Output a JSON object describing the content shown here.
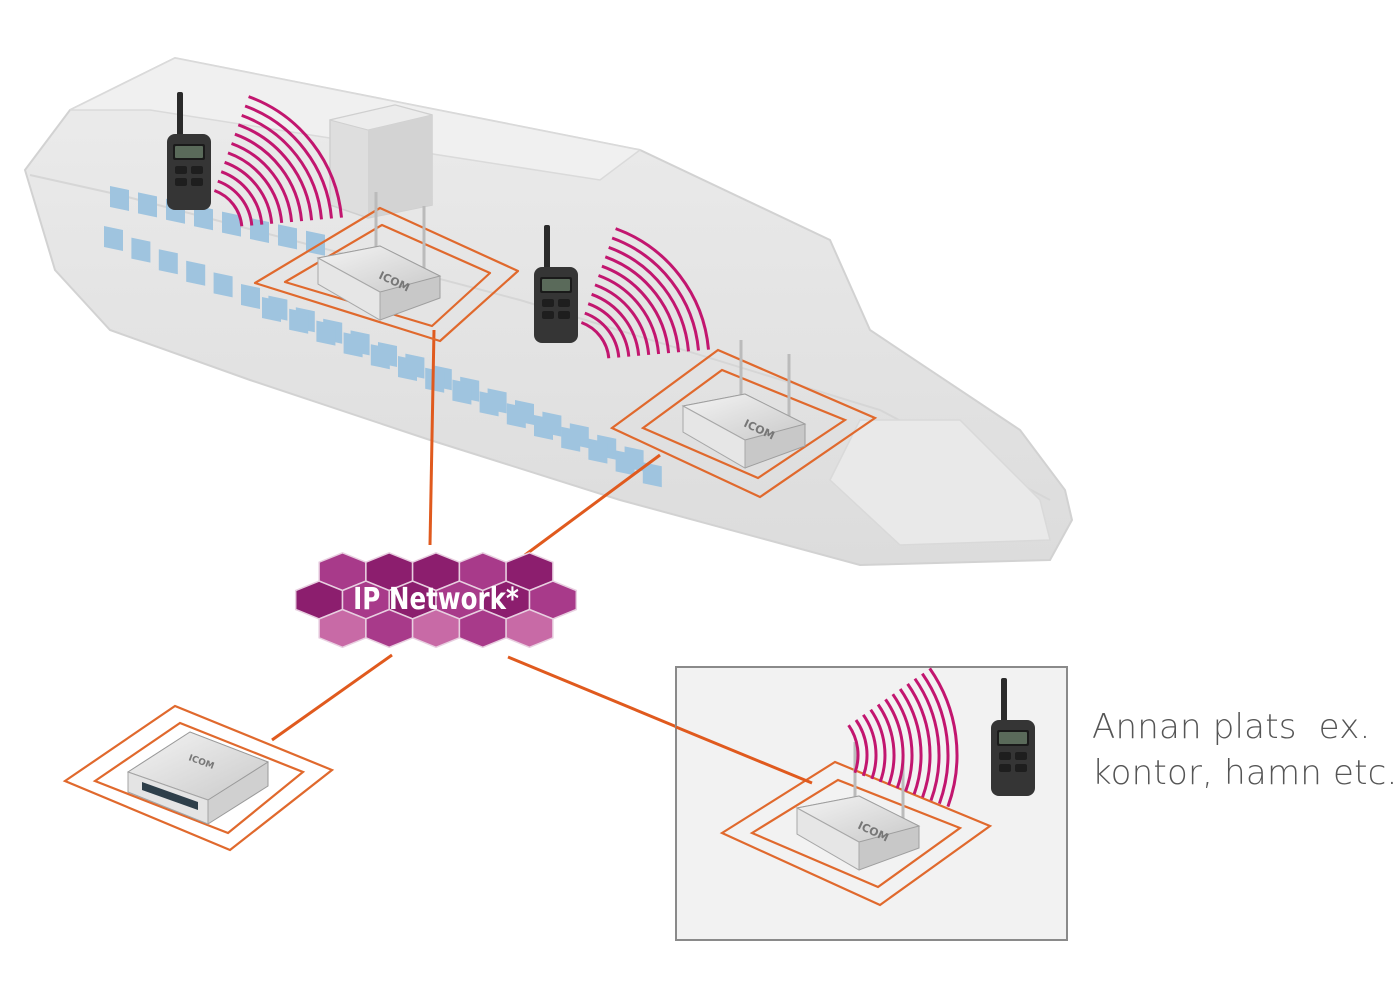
{
  "network": {
    "label": "IP Network*"
  },
  "remote_site": {
    "caption_line1": "Annan plats  ex.",
    "caption_line2": "kontor, hamn etc."
  },
  "devices": {
    "brand": "ICOM"
  },
  "colors": {
    "link": "#e05a1e",
    "zone": "#e0692d",
    "signal": "#c2166f",
    "hex_dark": "#8c1e6e",
    "hex_mid": "#a83a8a",
    "hex_light": "#c86aa6",
    "ship_hull": "#e6e6e6",
    "ship_window": "#9fc4df"
  },
  "icons": [
    "ship",
    "walkie-talkie-icon",
    "access-point-icon",
    "controller-box-icon",
    "signal-waves-icon",
    "ip-network-cloud"
  ]
}
